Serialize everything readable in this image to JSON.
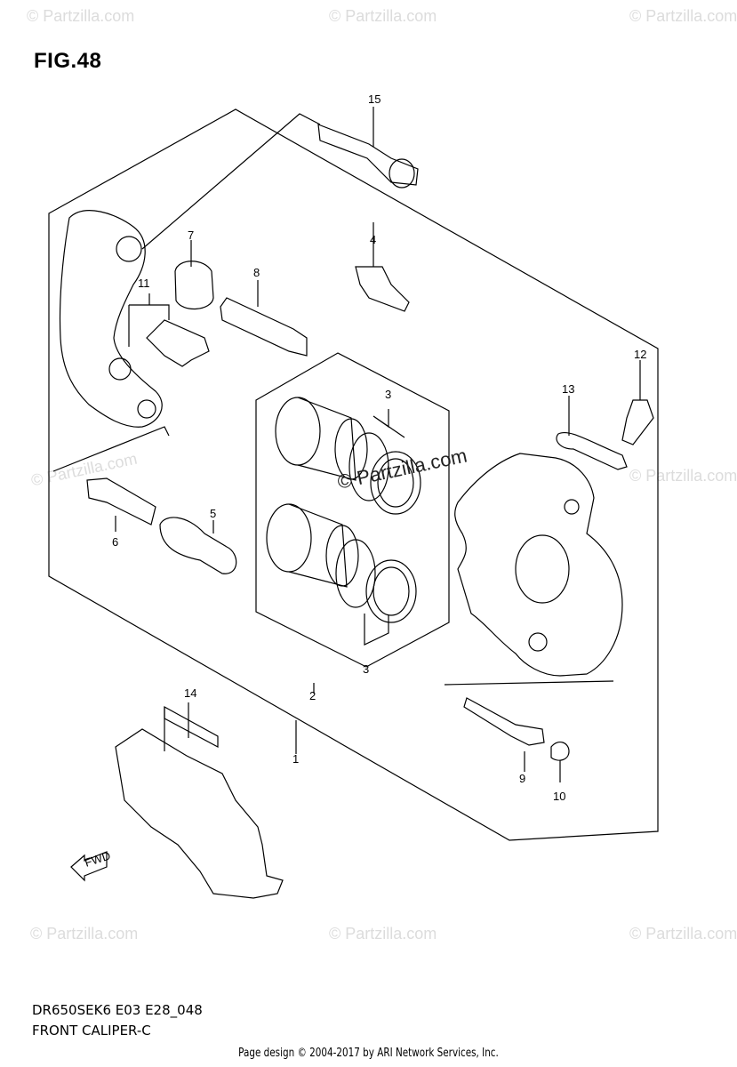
{
  "figure": {
    "title": "FIG.48",
    "model_code": "DR650SEK6 E03 E28_048",
    "caption": "FRONT CALIPER-C"
  },
  "footer": {
    "copyright": "Page design © 2004-2017 by ARI Network Services, Inc."
  },
  "watermark": {
    "text": "© Partzilla.com",
    "center_text": "© Partzilla.com"
  },
  "callouts": [
    "1",
    "2",
    "3",
    "3",
    "4",
    "5",
    "6",
    "7",
    "8",
    "9",
    "10",
    "11",
    "12",
    "13",
    "14",
    "15"
  ],
  "fwd_label": "FWD",
  "colors": {
    "line": "#000000",
    "watermark": "#dcdcdc",
    "background": "#ffffff"
  }
}
